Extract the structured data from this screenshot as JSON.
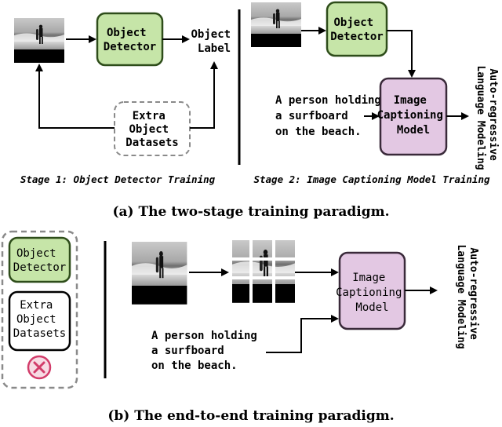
{
  "stage1": {
    "detector_label": [
      "Object",
      "Detector"
    ],
    "output_label": [
      "Object",
      "Label"
    ],
    "extra_label": [
      "Extra",
      "Object",
      "Datasets"
    ],
    "caption": "Stage 1: Object Detector Training"
  },
  "stage2": {
    "detector_label": [
      "Object",
      "Detector"
    ],
    "text": [
      "A person holding",
      "a surfboard",
      "on the beach."
    ],
    "model_label": [
      "Image",
      "Captioning",
      "Model"
    ],
    "side_label": [
      "Auto-regressive",
      "Language Modeling"
    ],
    "caption": "Stage 2: Image Captioning Model Training"
  },
  "caption_a": "(a) The two-stage training paradigm.",
  "legend_b": {
    "detector_label": [
      "Object",
      "Detector"
    ],
    "extra_label": [
      "Extra",
      "Object",
      "Datasets"
    ],
    "cross_icon": "cross-circle-icon"
  },
  "panel_b": {
    "text": [
      "A person holding",
      "a surfboard",
      "on the beach."
    ],
    "model_label": [
      "Image",
      "Captioning",
      "Model"
    ],
    "side_label": [
      "Auto-regressive",
      "Language Modeling"
    ]
  },
  "caption_b": "(b) The end-to-end training paradigm.",
  "colors": {
    "detector_fill": "#c6e5a8",
    "detector_stroke": "#2e4d1a",
    "model_fill": "#e3c8e3",
    "model_stroke": "#3a2a3a",
    "cross": "#d23c6a",
    "cross_fill": "#f7dbe4",
    "dashed": "#8a8a8a"
  }
}
